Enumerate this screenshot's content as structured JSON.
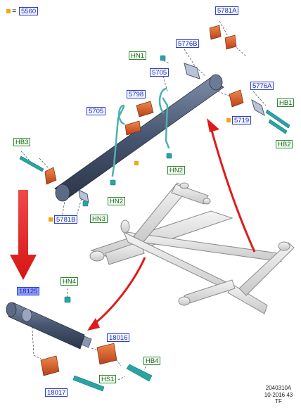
{
  "legend": {
    "code": "5560"
  },
  "labels": {
    "p5781A": "5781A",
    "p5776B": "5776B",
    "p5705_top": "5705",
    "p5798": "5798",
    "p5705_left": "5705",
    "p5776A": "5776A",
    "p5719": "5719",
    "p5781B": "5781B",
    "p18125": "18125",
    "p18016": "18016",
    "p18017": "18017",
    "hn1": "HN1",
    "hn2_right": "HN2",
    "hn2_left": "HN2",
    "hn3": "HN3",
    "hn4": "HN4",
    "hb1": "HB1",
    "hb2": "HB2",
    "hb3": "HB3",
    "hb4": "HB4",
    "hs1": "HS1"
  },
  "footer": {
    "line1": "2040310A",
    "line2": "10-2016 43",
    "line3": "TF"
  },
  "colors": {
    "label_blue_border": "#2a3fd1",
    "label_green_border": "#2e8b2e",
    "highlight_fill": "#8f9dff",
    "marker_orange": "#f2a614",
    "arrow_red": "#e01b1b",
    "bushing_orange": "#d9551f",
    "shaft_blue": "#45546e",
    "fastener_teal": "#2aa3a3",
    "outline_gray": "#8a8a8a"
  }
}
